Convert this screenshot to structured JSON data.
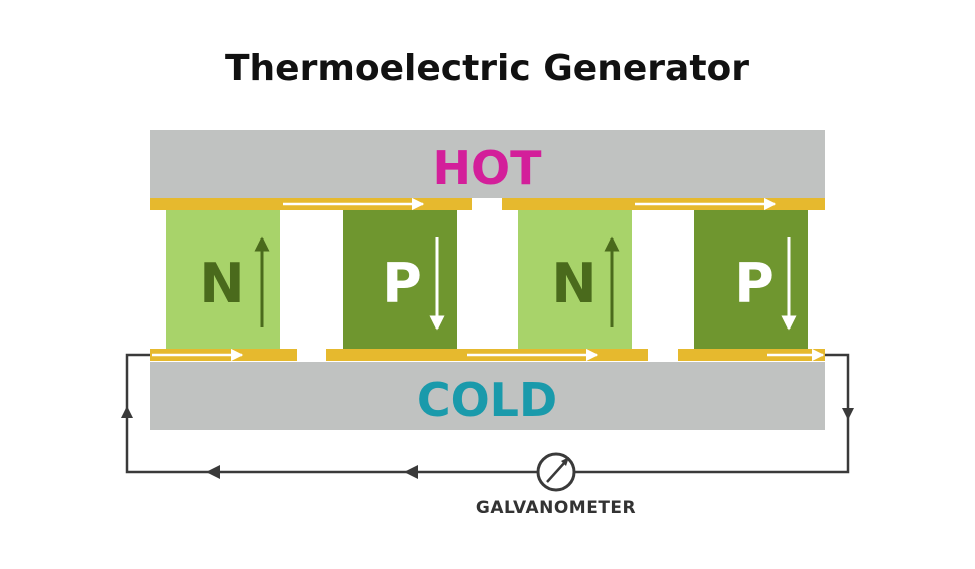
{
  "title": "Thermoelectric Generator",
  "hot_label": "HOT",
  "cold_label": "COLD",
  "galvanometer_label": "GALVANOMETER",
  "legs": [
    {
      "label": "N",
      "type": "n",
      "current": "up"
    },
    {
      "label": "P",
      "type": "p",
      "current": "down"
    },
    {
      "label": "N",
      "type": "n",
      "current": "up"
    },
    {
      "label": "P",
      "type": "p",
      "current": "down"
    }
  ],
  "colors": {
    "plate": "#c0c2c1",
    "conductor": "#e6b92e",
    "n_type": "#a8d36a",
    "p_type": "#6f962f",
    "n_text": "#4a6a1c",
    "p_text": "#ffffff",
    "hot": "#d31f9a",
    "cold": "#1a9aab",
    "wire": "#3a3a3a"
  }
}
